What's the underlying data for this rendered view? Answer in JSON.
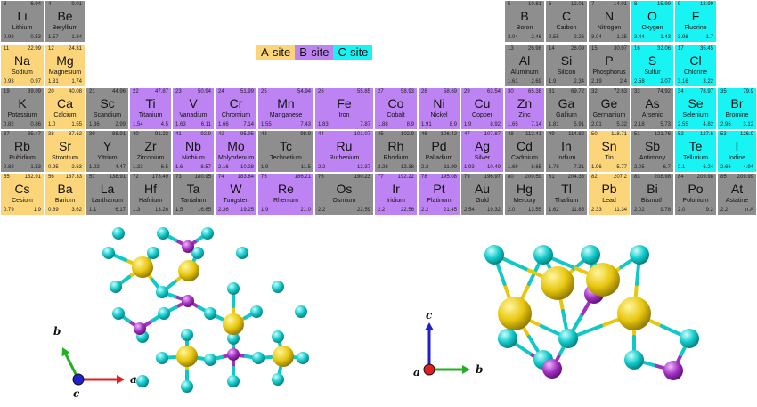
{
  "colors": {
    "A": "#fcd57a",
    "B": "#bd83f2",
    "C": "#18f4f4",
    "N": "#8e8e8e",
    "atom_A": "#e8c70f",
    "atom_B": "#a030c0",
    "atom_C": "#10c8c8",
    "axis_a": "#e02020",
    "axis_b": "#20b020",
    "axis_c": "#2020d0"
  },
  "legend": [
    {
      "label": "A-site",
      "site": "A"
    },
    {
      "label": "B-site",
      "site": "B"
    },
    {
      "label": "C-site",
      "site": "C"
    }
  ],
  "elements": [
    {
      "z": "3",
      "mass": "6.94",
      "sym": "Li",
      "name": "Lithium",
      "en": "0.98",
      "rad": "0.53",
      "site": "N",
      "col": 1,
      "row": 1
    },
    {
      "z": "4",
      "mass": "9.01",
      "sym": "Be",
      "name": "Beryllium",
      "en": "1.57",
      "rad": "1.84",
      "site": "N",
      "col": 2,
      "row": 1
    },
    {
      "z": "5",
      "mass": "10.81",
      "sym": "B",
      "name": "Boron",
      "en": "2.04",
      "rad": "2.46",
      "site": "N",
      "col": 12,
      "row": 1
    },
    {
      "z": "6",
      "mass": "12.01",
      "sym": "C",
      "name": "Carbon",
      "en": "2.55",
      "rad": "2.26",
      "site": "N",
      "col": 13,
      "row": 1
    },
    {
      "z": "7",
      "mass": "14.01",
      "sym": "N",
      "name": "Nitrogen",
      "en": "3.04",
      "rad": "1.25",
      "site": "N",
      "col": 14,
      "row": 1
    },
    {
      "z": "8",
      "mass": "15.99",
      "sym": "O",
      "name": "Oxygen",
      "en": "3.44",
      "rad": "1.43",
      "site": "C",
      "col": 15,
      "row": 1
    },
    {
      "z": "9",
      "mass": "18.99",
      "sym": "F",
      "name": "Fluorine",
      "en": "3.98",
      "rad": "1.7",
      "site": "C",
      "col": 16,
      "row": 1
    },
    {
      "z": "11",
      "mass": "22.99",
      "sym": "Na",
      "name": "Sodium",
      "en": "0.93",
      "rad": "0.97",
      "site": "A",
      "col": 1,
      "row": 2
    },
    {
      "z": "12",
      "mass": "24.31",
      "sym": "Mg",
      "name": "Magnesium",
      "en": "1.31",
      "rad": "1.74",
      "site": "A",
      "col": 2,
      "row": 2
    },
    {
      "z": "13",
      "mass": "26.98",
      "sym": "Al",
      "name": "Aluminum",
      "en": "1.61",
      "rad": "2.69",
      "site": "N",
      "col": 12,
      "row": 2
    },
    {
      "z": "14",
      "mass": "28.09",
      "sym": "Si",
      "name": "Silicon",
      "en": "1.9",
      "rad": "2.34",
      "site": "N",
      "col": 13,
      "row": 2
    },
    {
      "z": "15",
      "mass": "30.97",
      "sym": "P",
      "name": "Phosphorus",
      "en": "2.19",
      "rad": "2.4",
      "site": "N",
      "col": 14,
      "row": 2
    },
    {
      "z": "16",
      "mass": "32.06",
      "sym": "S",
      "name": "Sulfur",
      "en": "2.58",
      "rad": "2.07",
      "site": "C",
      "col": 15,
      "row": 2
    },
    {
      "z": "17",
      "mass": "35.45",
      "sym": "Cl",
      "name": "Chlorine",
      "en": "3.16",
      "rad": "3.22",
      "site": "C",
      "col": 16,
      "row": 2
    },
    {
      "z": "19",
      "mass": "39.09",
      "sym": "K",
      "name": "Potassium",
      "en": "0.82",
      "rad": "0.86",
      "site": "N",
      "col": 1,
      "row": 3
    },
    {
      "z": "20",
      "mass": "40.08",
      "sym": "Ca",
      "name": "Calcium",
      "en": "1.0",
      "rad": "1.55",
      "site": "A",
      "col": 2,
      "row": 3
    },
    {
      "z": "21",
      "mass": "44.96",
      "sym": "Sc",
      "name": "Scandium",
      "en": "1.36",
      "rad": "2.99",
      "site": "N",
      "col": 3,
      "row": 3
    },
    {
      "z": "22",
      "mass": "47.87",
      "sym": "Ti",
      "name": "Titanium",
      "en": "1.54",
      "rad": "4.5",
      "site": "B",
      "col": 4,
      "row": 3
    },
    {
      "z": "23",
      "mass": "50.94",
      "sym": "V",
      "name": "Vanadium",
      "en": "1.63",
      "rad": "6.11",
      "site": "B",
      "col": 5,
      "row": 3
    },
    {
      "z": "24",
      "mass": "51.99",
      "sym": "Cr",
      "name": "Chromium",
      "en": "1.66",
      "rad": "7.14",
      "site": "B",
      "col": 6,
      "row": 3
    },
    {
      "z": "25",
      "mass": "54.94",
      "sym": "Mn",
      "name": "Manganese",
      "en": "1.55",
      "rad": "7.43",
      "site": "B",
      "col": 7,
      "row": 3
    },
    {
      "z": "26",
      "mass": "55.85",
      "sym": "Fe",
      "name": "Iron",
      "en": "1.83",
      "rad": "7.87",
      "site": "B",
      "col": 8,
      "row": 3
    },
    {
      "z": "27",
      "mass": "58.93",
      "sym": "Co",
      "name": "Cobalt",
      "en": "1.88",
      "rad": "8.9",
      "site": "B",
      "col": 9,
      "row": 3
    },
    {
      "z": "28",
      "mass": "58.69",
      "sym": "Ni",
      "name": "Nickel",
      "en": "1.91",
      "rad": "8.9",
      "site": "B",
      "col": 10,
      "row": 3
    },
    {
      "z": "29",
      "mass": "63.54",
      "sym": "Cu",
      "name": "Copper",
      "en": "1.9",
      "rad": "8.92",
      "site": "B",
      "col": 11,
      "row": 3
    },
    {
      "z": "30",
      "mass": "65.38",
      "sym": "Zn",
      "name": "Zinc",
      "en": "1.65",
      "rad": "7.14",
      "site": "B",
      "col": 12,
      "row": 3
    },
    {
      "z": "31",
      "mass": "69.72",
      "sym": "Ga",
      "name": "Gallium",
      "en": "1.81",
      "rad": "5.91",
      "site": "N",
      "col": 13,
      "row": 3
    },
    {
      "z": "32",
      "mass": "72.63",
      "sym": "Ge",
      "name": "Germanium",
      "en": "2.01",
      "rad": "5.32",
      "site": "N",
      "col": 14,
      "row": 3
    },
    {
      "z": "33",
      "mass": "74.92",
      "sym": "As",
      "name": "Arsenic",
      "en": "2.18",
      "rad": "5.73",
      "site": "N",
      "col": 15,
      "row": 3
    },
    {
      "z": "34",
      "mass": "78.97",
      "sym": "Se",
      "name": "Selenium",
      "en": "2.55",
      "rad": "4.82",
      "site": "C",
      "col": 16,
      "row": 3
    },
    {
      "z": "35",
      "mass": "79.9",
      "sym": "Br",
      "name": "Bromine",
      "en": "2.96",
      "rad": "3.12",
      "site": "C",
      "col": 17,
      "row": 3
    },
    {
      "z": "37",
      "mass": "85.47",
      "sym": "Rb",
      "name": "Rubidium",
      "en": "0.82",
      "rad": "1.53",
      "site": "N",
      "col": 1,
      "row": 4
    },
    {
      "z": "38",
      "mass": "87.62",
      "sym": "Sr",
      "name": "Strontium",
      "en": "0.95",
      "rad": "2.63",
      "site": "A",
      "col": 2,
      "row": 4
    },
    {
      "z": "39",
      "mass": "88.91",
      "sym": "Y",
      "name": "Yttrium",
      "en": "1.22",
      "rad": "4.47",
      "site": "N",
      "col": 3,
      "row": 4
    },
    {
      "z": "40",
      "mass": "91.22",
      "sym": "Zr",
      "name": "Zirconium",
      "en": "1.33",
      "rad": "6.5",
      "site": "N",
      "col": 4,
      "row": 4
    },
    {
      "z": "41",
      "mass": "92.9",
      "sym": "Nb",
      "name": "Niobium",
      "en": "1.6",
      "rad": "8.57",
      "site": "B",
      "col": 5,
      "row": 4
    },
    {
      "z": "42",
      "mass": "95.95",
      "sym": "Mo",
      "name": "Molybdenum",
      "en": "2.16",
      "rad": "10.28",
      "site": "B",
      "col": 6,
      "row": 4
    },
    {
      "z": "43",
      "mass": "98.9",
      "sym": "Tc",
      "name": "Technetium",
      "en": "1.9",
      "rad": "11.5",
      "site": "N",
      "col": 7,
      "row": 4
    },
    {
      "z": "44",
      "mass": "101.07",
      "sym": "Ru",
      "name": "Ruthenium",
      "en": "2.2",
      "rad": "12.37",
      "site": "B",
      "col": 8,
      "row": 4
    },
    {
      "z": "45",
      "mass": "102.9",
      "sym": "Rh",
      "name": "Rhodium",
      "en": "2.28",
      "rad": "12.38",
      "site": "N",
      "col": 9,
      "row": 4
    },
    {
      "z": "46",
      "mass": "106.42",
      "sym": "Pd",
      "name": "Palladium",
      "en": "2.2",
      "rad": "11.99",
      "site": "N",
      "col": 10,
      "row": 4
    },
    {
      "z": "47",
      "mass": "107.87",
      "sym": "Ag",
      "name": "Silver",
      "en": "1.93",
      "rad": "10.49",
      "site": "B",
      "col": 11,
      "row": 4
    },
    {
      "z": "48",
      "mass": "112.41",
      "sym": "Cd",
      "name": "Cadmium",
      "en": "1.69",
      "rad": "8.65",
      "site": "N",
      "col": 12,
      "row": 4
    },
    {
      "z": "49",
      "mass": "114.82",
      "sym": "In",
      "name": "Indium",
      "en": "1.78",
      "rad": "7.31",
      "site": "N",
      "col": 13,
      "row": 4
    },
    {
      "z": "50",
      "mass": "118.71",
      "sym": "Sn",
      "name": "Tin",
      "en": "1.96",
      "rad": "5.77",
      "site": "A",
      "col": 14,
      "row": 4
    },
    {
      "z": "51",
      "mass": "121.76",
      "sym": "Sb",
      "name": "Antimony",
      "en": "2.05",
      "rad": "6.7",
      "site": "N",
      "col": 15,
      "row": 4
    },
    {
      "z": "52",
      "mass": "127.6",
      "sym": "Te",
      "name": "Tellurium",
      "en": "2.1",
      "rad": "6.24",
      "site": "C",
      "col": 16,
      "row": 4
    },
    {
      "z": "53",
      "mass": "126.9",
      "sym": "I",
      "name": "Iodine",
      "en": "2.66",
      "rad": "4.94",
      "site": "C",
      "col": 17,
      "row": 4
    },
    {
      "z": "55",
      "mass": "132.91",
      "sym": "Cs",
      "name": "Cesium",
      "en": "0.79",
      "rad": "1.9",
      "site": "A",
      "col": 1,
      "row": 5
    },
    {
      "z": "56",
      "mass": "137.33",
      "sym": "Ba",
      "name": "Barium",
      "en": "0.89",
      "rad": "3.62",
      "site": "A",
      "col": 2,
      "row": 5
    },
    {
      "z": "57",
      "mass": "138.91",
      "sym": "La",
      "name": "Lanthanum",
      "en": "1.1",
      "rad": "6.17",
      "site": "N",
      "col": 3,
      "row": 5
    },
    {
      "z": "72",
      "mass": "178.49",
      "sym": "Hf",
      "name": "Hafnium",
      "en": "1.3",
      "rad": "13.26",
      "site": "N",
      "col": 4,
      "row": 5
    },
    {
      "z": "73",
      "mass": "180.95",
      "sym": "Ta",
      "name": "Tantalum",
      "en": "1.5",
      "rad": "16.65",
      "site": "N",
      "col": 5,
      "row": 5
    },
    {
      "z": "74",
      "mass": "183.84",
      "sym": "W",
      "name": "Tungsten",
      "en": "2.36",
      "rad": "19.25",
      "site": "B",
      "col": 6,
      "row": 5
    },
    {
      "z": "75",
      "mass": "186.21",
      "sym": "Re",
      "name": "Rhenium",
      "en": "1.9",
      "rad": "21.0",
      "site": "B",
      "col": 7,
      "row": 5
    },
    {
      "z": "76",
      "mass": "190.23",
      "sym": "Os",
      "name": "Osmium",
      "en": "2.2",
      "rad": "22.59",
      "site": "N",
      "col": 8,
      "row": 5
    },
    {
      "z": "77",
      "mass": "192.22",
      "sym": "Ir",
      "name": "Iridium",
      "en": "2.2",
      "rad": "22.56",
      "site": "B",
      "col": 9,
      "row": 5
    },
    {
      "z": "78",
      "mass": "195.08",
      "sym": "Pt",
      "name": "Platinum",
      "en": "2.2",
      "rad": "21.45",
      "site": "B",
      "col": 10,
      "row": 5
    },
    {
      "z": "79",
      "mass": "196.97",
      "sym": "Au",
      "name": "Gold",
      "en": "2.54",
      "rad": "19.32",
      "site": "N",
      "col": 11,
      "row": 5
    },
    {
      "z": "80",
      "mass": "200.59",
      "sym": "Hg",
      "name": "Mercury",
      "en": "2.0",
      "rad": "13.55",
      "site": "N",
      "col": 12,
      "row": 5
    },
    {
      "z": "81",
      "mass": "204.38",
      "sym": "Tl",
      "name": "Thallium",
      "en": "1.62",
      "rad": "11.85",
      "site": "N",
      "col": 13,
      "row": 5
    },
    {
      "z": "82",
      "mass": "207.2",
      "sym": "Pb",
      "name": "Lead",
      "en": "2.33",
      "rad": "11.34",
      "site": "A",
      "col": 14,
      "row": 5
    },
    {
      "z": "83",
      "mass": "208.98",
      "sym": "Bi",
      "name": "Bismuth",
      "en": "2.02",
      "rad": "9.78",
      "site": "N",
      "col": 15,
      "row": 5
    },
    {
      "z": "84",
      "mass": "209.98",
      "sym": "Po",
      "name": "Polonium",
      "en": "2.0",
      "rad": "9.2",
      "site": "N",
      "col": 16,
      "row": 5
    },
    {
      "z": "85",
      "mass": "209.99",
      "sym": "At",
      "name": "Astatine",
      "en": "2.2",
      "rad": "n.A",
      "site": "N",
      "col": 17,
      "row": 5
    }
  ],
  "axes_top_view": {
    "a": "a",
    "b": "b",
    "c": "c"
  },
  "axes_side_view": {
    "a": "a",
    "b": "b",
    "c": "c"
  }
}
